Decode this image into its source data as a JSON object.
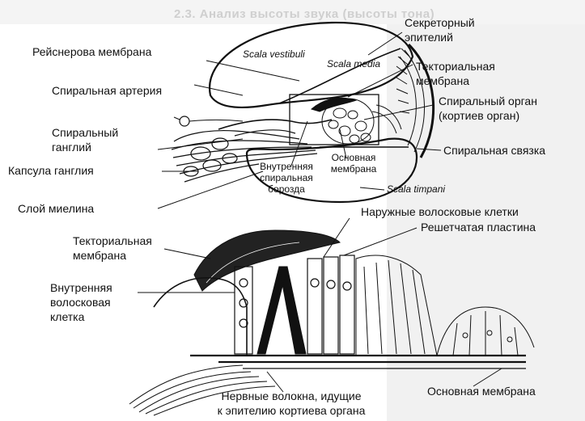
{
  "background_heading": "2.3. Анализ высоты звука (высоты тона)",
  "labels": {
    "top": {
      "reissner": "Рейснерова мембрана",
      "scala_vestibuli": "Scala vestibuli",
      "scala_media": "Scala media",
      "secretory_1": "Секреторный",
      "secretory_2": "эпителий",
      "tectorial_1": "Текториальная",
      "tectorial_2": "мембрана",
      "spiral_artery": "Спиральная артерия",
      "spiral_organ_1": "Спиральный орган",
      "spiral_organ_2": "(кортиев орган)",
      "spiral_ganglion_1": "Спиральный",
      "spiral_ganglion_2": "ганглий",
      "ganglion_capsule": "Капсула ганглия",
      "spiral_ligament": "Спиральная связка",
      "inner_sulcus_1": "Внутренняя",
      "inner_sulcus_2": "спиральная",
      "inner_sulcus_3": "борозда",
      "basilar_1": "Основная",
      "basilar_2": "мембрана",
      "myelin_layer": "Слой миелина",
      "scala_timpani": "Scala timpani"
    },
    "bottom": {
      "outer_hair_cells": "Наружные волосковые клетки",
      "reticular_lamina": "Решетчатая пластина",
      "tectorial_1": "Текториальная",
      "tectorial_2": "мембрана",
      "inner_hair_1": "Внутренняя",
      "inner_hair_2": "волосковая",
      "inner_hair_3": "клетка",
      "nerve_fibers_1": "Нервные волокна, идущие",
      "nerve_fibers_2": "к эпителию кортиева органа",
      "basilar": "Основная мембрана"
    }
  }
}
